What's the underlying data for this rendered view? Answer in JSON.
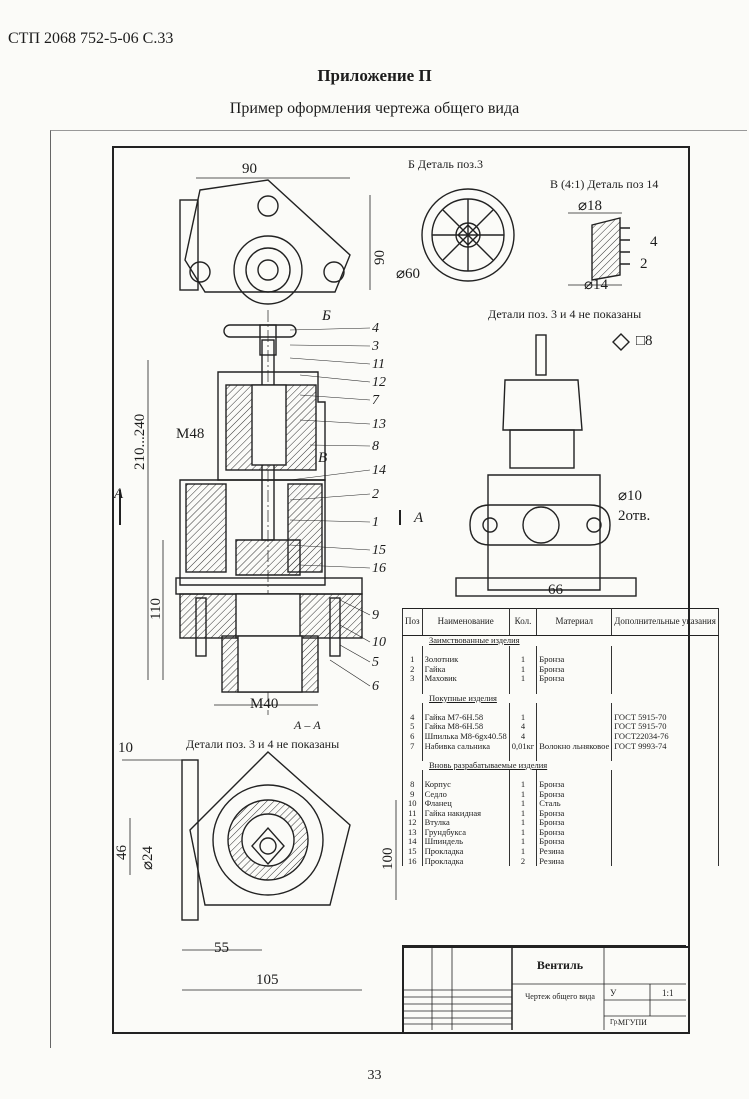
{
  "header": {
    "code": "СТП 2068 752-5-06 С.33"
  },
  "appendix_title": "Приложение П",
  "subtitle": "Пример оформления чертежа общего вида",
  "page_number": "33",
  "drawing": {
    "view_b_label": "Б Деталь поз.3",
    "view_v_label": "В (4:1) Деталь поз 14",
    "note_side": "Детали поз. 3 и 4 не показаны",
    "note_bottom": "Детали поз. 3 и 4 не показаны",
    "section_label": "А – А",
    "dims": {
      "d90_top": "90",
      "d90_side": "90",
      "d_b": "Б",
      "d210": "210...240",
      "dM48": "M48",
      "dV": "B",
      "d110": "110",
      "dM40": "M40",
      "dA_left": "A",
      "dA_right": "A",
      "d60": "⌀60",
      "d18": "⌀18",
      "d14": "⌀14",
      "d4": "4",
      "d2": "2",
      "d8": "□8",
      "d10hole": "⌀10",
      "holes": "2отв.",
      "d66": "66",
      "d10": "10",
      "d46": "46",
      "d24": "⌀24",
      "d100": "100",
      "d55": "55",
      "d105": "105"
    },
    "leaders": [
      "4",
      "3",
      "11",
      "12",
      "7",
      "13",
      "8",
      "14",
      "2",
      "1",
      "15",
      "16",
      "9",
      "10",
      "5",
      "6"
    ]
  },
  "spec_table": {
    "headers": {
      "pos": "Поз",
      "name": "Наименование",
      "qty": "Кол.",
      "material": "Материал",
      "remarks": "Дополнительные указания"
    },
    "rows": [
      {
        "type": "section",
        "text": "Заимствованные изделия"
      },
      {
        "type": "blank"
      },
      {
        "pos": "1",
        "name": "Золотник",
        "qty": "1",
        "material": "Бронза",
        "remarks": ""
      },
      {
        "pos": "2",
        "name": "Гайка",
        "qty": "1",
        "material": "Бронза",
        "remarks": ""
      },
      {
        "pos": "3",
        "name": "Маховик",
        "qty": "1",
        "material": "Бронза",
        "remarks": ""
      },
      {
        "type": "blank"
      },
      {
        "type": "section",
        "text": "Покупные изделия"
      },
      {
        "type": "blank"
      },
      {
        "pos": "4",
        "name": "Гайка М7-6Н.58",
        "qty": "1",
        "material": "",
        "remarks": "ГОСТ 5915-70"
      },
      {
        "pos": "5",
        "name": "Гайка М8-6Н.58",
        "qty": "4",
        "material": "",
        "remarks": "ГОСТ 5915-70"
      },
      {
        "pos": "6",
        "name": "Шпилька М8-6gx40.58",
        "qty": "4",
        "material": "",
        "remarks": "ГОСТ22034-76"
      },
      {
        "pos": "7",
        "name": "Набивка сальника",
        "qty": "0,01кг",
        "material": "Волокно льняковое",
        "remarks": "ГОСТ 9993-74"
      },
      {
        "type": "blank"
      },
      {
        "type": "section",
        "text": "Вновь разрабатываемые изделия"
      },
      {
        "type": "blank"
      },
      {
        "pos": "8",
        "name": "Корпус",
        "qty": "1",
        "material": "Бронза",
        "remarks": ""
      },
      {
        "pos": "9",
        "name": "Седло",
        "qty": "1",
        "material": "Бронза",
        "remarks": ""
      },
      {
        "pos": "10",
        "name": "Фланец",
        "qty": "1",
        "material": "Сталь",
        "remarks": ""
      },
      {
        "pos": "11",
        "name": "Гайка накидная",
        "qty": "1",
        "material": "Бронза",
        "remarks": ""
      },
      {
        "pos": "12",
        "name": "Втулка",
        "qty": "1",
        "material": "Бронза",
        "remarks": ""
      },
      {
        "pos": "13",
        "name": "Грундбукса",
        "qty": "1",
        "material": "Бронза",
        "remarks": ""
      },
      {
        "pos": "14",
        "name": "Шпиндель",
        "qty": "1",
        "material": "Бронза",
        "remarks": ""
      },
      {
        "pos": "15",
        "name": "Прокладка",
        "qty": "1",
        "material": "Резина",
        "remarks": ""
      },
      {
        "pos": "16",
        "name": "Прокладка",
        "qty": "2",
        "material": "Резина",
        "remarks": ""
      }
    ]
  },
  "title_block": {
    "title": "Вентиль",
    "subtitle": "Чертеж общего вида",
    "sheet": "У",
    "scale": "1:1",
    "group": "Гр.",
    "org": "МГУПИ"
  }
}
